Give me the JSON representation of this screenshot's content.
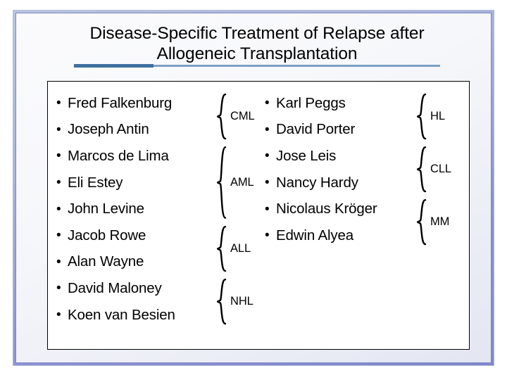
{
  "slide": {
    "title": "Disease-Specific Treatment of Relapse after\nAllogeneic Transplantation",
    "bullet_glyph": "•",
    "colors": {
      "frame_top": "#b9c6de",
      "frame_bottom": "#8186cd",
      "frame_border": "#aebcd6",
      "content_bg": "#ffffff",
      "content_border": "#000000",
      "rule_light": "#7ca0c4",
      "rule_dark": "#3f6f9f",
      "text": "#000000"
    }
  },
  "left_column": {
    "names": [
      {
        "label": "Fred Falkenburg"
      },
      {
        "label": "Joseph Antin"
      },
      {
        "label": "Marcos de Lima"
      },
      {
        "label": "Eli Estey"
      },
      {
        "label": "John Levine"
      },
      {
        "label": "Jacob Rowe"
      },
      {
        "label": "Alan Wayne"
      },
      {
        "label": "David Maloney"
      },
      {
        "label": "Koen van Besien"
      }
    ],
    "braces": [
      {
        "label": "CML",
        "rows": [
          0,
          1
        ]
      },
      {
        "label": "AML",
        "rows": [
          2,
          4
        ]
      },
      {
        "label": "ALL",
        "rows": [
          5,
          6
        ]
      },
      {
        "label": "NHL",
        "rows": [
          7,
          8
        ]
      }
    ]
  },
  "right_column": {
    "names": [
      {
        "label": "Karl Peggs"
      },
      {
        "label": "David Porter"
      },
      {
        "label": "Jose Leis"
      },
      {
        "label": "Nancy Hardy"
      },
      {
        "label": "Nicolaus Kröger"
      },
      {
        "label": "Edwin Alyea"
      }
    ],
    "braces": [
      {
        "label": "HL",
        "rows": [
          0,
          1
        ]
      },
      {
        "label": "CLL",
        "rows": [
          2,
          3
        ]
      },
      {
        "label": "MM",
        "rows": [
          4,
          5
        ]
      }
    ]
  }
}
